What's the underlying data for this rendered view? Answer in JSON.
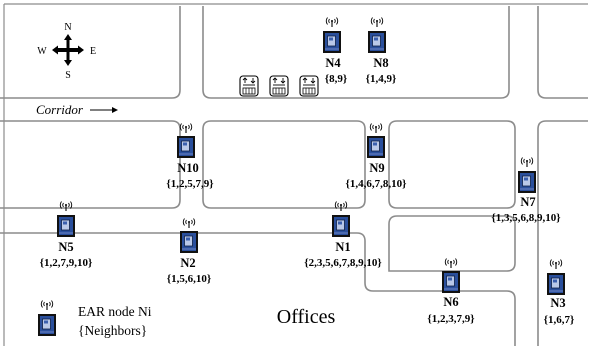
{
  "compass": {
    "n": "N",
    "s": "S",
    "e": "E",
    "w": "W"
  },
  "corridor_label": "Corridor",
  "offices_label": "Offices",
  "legend": {
    "node_label": "EAR node Ni",
    "neighbors_label": "{Neighbors}"
  },
  "nodes": [
    {
      "id": "N1",
      "name": "N1",
      "neighbors": "{2,3,5,6,7,8,9,10}"
    },
    {
      "id": "N2",
      "name": "N2",
      "neighbors": "{1,5,6,10}"
    },
    {
      "id": "N3",
      "name": "N3",
      "neighbors": "{1,6,7}"
    },
    {
      "id": "N4",
      "name": "N4",
      "neighbors": "{8,9}"
    },
    {
      "id": "N5",
      "name": "N5",
      "neighbors": "{1,2,7,9,10}"
    },
    {
      "id": "N6",
      "name": "N6",
      "neighbors": "{1,2,3,7,9}"
    },
    {
      "id": "N7",
      "name": "N7",
      "neighbors": "{1,3,5,6,8,9,10}"
    },
    {
      "id": "N8",
      "name": "N8",
      "neighbors": "{1,4,9}"
    },
    {
      "id": "N9",
      "name": "N9",
      "neighbors": "{1,4,6,7,8,10}"
    },
    {
      "id": "N10",
      "name": "N10",
      "neighbors": "{1,2,5,7,9}"
    }
  ],
  "icons": {
    "node": "ear-node-icon",
    "antenna": "antenna-icon",
    "elevator": "elevator-icon",
    "compass": "compass-icon"
  },
  "colors": {
    "node_body": "#2a4f9c",
    "node_screen": "#b9c8e8",
    "wall": "#8c8c8c"
  }
}
